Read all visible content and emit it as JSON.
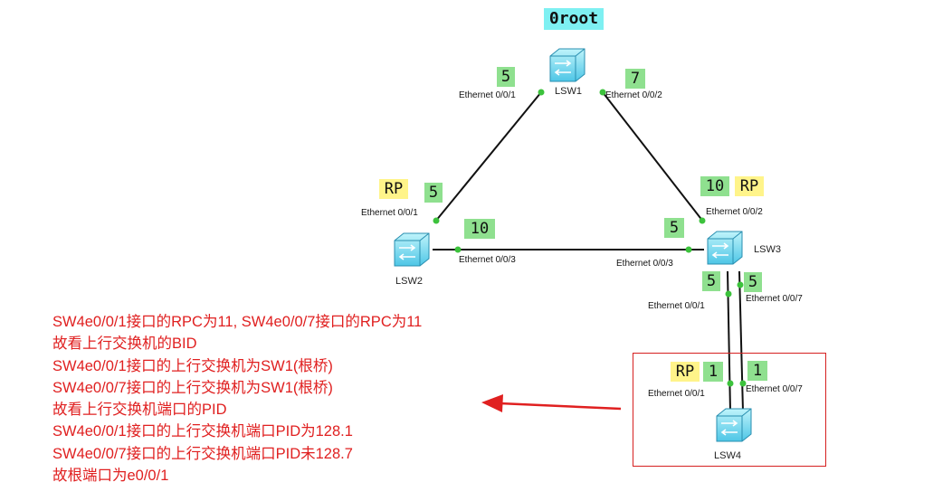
{
  "root_label": "0root",
  "switches": {
    "lsw1": "LSW1",
    "lsw2": "LSW2",
    "lsw3": "LSW3",
    "lsw4": "LSW4"
  },
  "ports": {
    "lsw1_e1": "Ethernet 0/0/1",
    "lsw1_e2": "Ethernet 0/0/2",
    "lsw2_e1": "Ethernet 0/0/1",
    "lsw2_e3": "Ethernet 0/0/3",
    "lsw3_e2": "Ethernet 0/0/2",
    "lsw3_e3": "Ethernet 0/0/3",
    "lsw3_e1": "Ethernet 0/0/1",
    "lsw3_e7": "Ethernet 0/0/7",
    "lsw4_e1": "Ethernet 0/0/1",
    "lsw4_e7": "Ethernet 0/0/7"
  },
  "costs": {
    "lsw1_e1": "5",
    "lsw1_e2": "7",
    "lsw2_e1": "5",
    "lsw2_e3": "10",
    "lsw3_e2": "10",
    "lsw3_e3": "5",
    "lsw3_e1": "5",
    "lsw3_e7": "5",
    "lsw4_e1": "1",
    "lsw4_e7": "1"
  },
  "rp_labels": {
    "lsw2": "RP",
    "lsw3": "RP",
    "lsw4": "RP"
  },
  "colors": {
    "cost_bg": "#8fe08f",
    "rp_bg": "#fff48a",
    "root_bg": "#7ef0f2",
    "note_text": "#e02020",
    "link": "#111111",
    "port_dot": "#3cc23c"
  },
  "note_lines": [
    "SW4e0/0/1接口的RPC为11, SW4e0/0/7接口的RPC为11",
    "故看上行交换机的BID",
    "SW4e0/0/1接口的上行交换机为SW1(根桥)",
    "SW4e0/0/7接口的上行交换机为SW1(根桥)",
    "故看上行交换机端口的PID",
    "SW4e0/0/1接口的上行交换机端口PID为128.1",
    "SW4e0/0/7接口的上行交换机端口PID未128.7",
    "故根端口为e0/0/1"
  ]
}
